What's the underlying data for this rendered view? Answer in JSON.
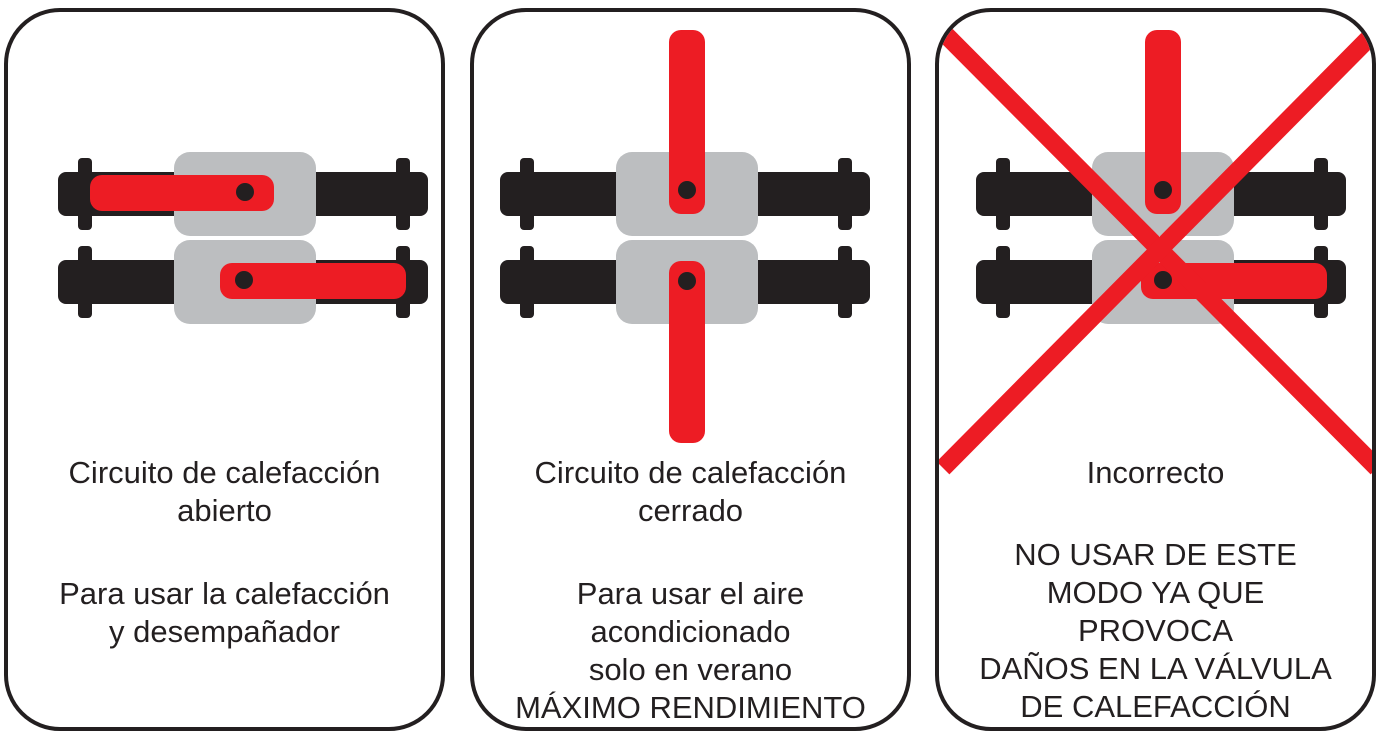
{
  "colors": {
    "outline": "#231f20",
    "handle": "#ed1c24",
    "valve_body": "#bcbec0",
    "pipe": "#231f20",
    "background": "#ffffff"
  },
  "panels": [
    {
      "handle_state": "open",
      "title_line1": "Circuito de calefacción",
      "title_line2": "abierto",
      "note_line1": "Para usar la calefacción",
      "note_line2": "y desempañador"
    },
    {
      "handle_state": "closed",
      "title_line1": "Circuito de calefacción",
      "title_line2": "cerrado",
      "note_line1": "Para usar el aire",
      "note_line2": "acondicionado",
      "note_line3": "solo en verano",
      "note_line4": "MÁXIMO RENDIMIENTO"
    },
    {
      "handle_state": "incorrect",
      "crossed_out": true,
      "title_line1": "Incorrecto",
      "note_line1": "NO USAR DE ESTE",
      "note_line2": "MODO YA QUE",
      "note_line3": "PROVOCA",
      "note_line4": "DAÑOS EN LA VÁLVULA",
      "note_line5": "DE CALEFACCIÓN"
    }
  ]
}
